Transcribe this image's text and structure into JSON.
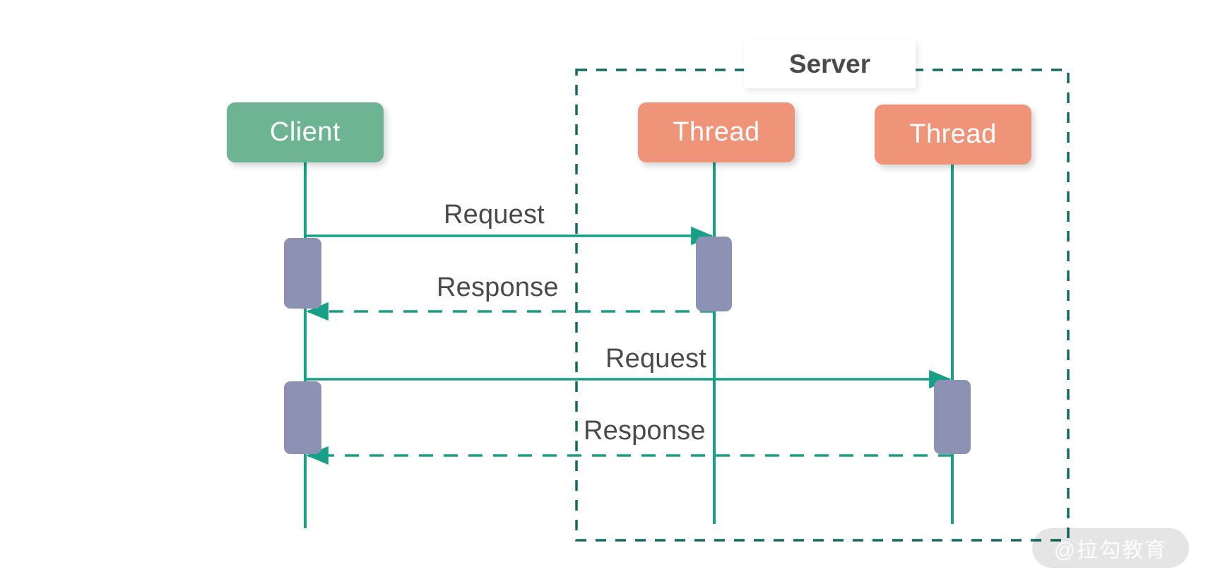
{
  "diagram": {
    "type": "sequence-diagram",
    "background_color": "#ffffff",
    "group": {
      "label": "Server",
      "border_color": "#116b63",
      "border_style": "dashed",
      "label_background": "#ffffff",
      "label_color": "#4a4a4a"
    },
    "participants": [
      {
        "id": "client",
        "label": "Client",
        "color": "#6db493",
        "text_color": "#ffffff"
      },
      {
        "id": "thread1",
        "label": "Thread",
        "color": "#ef9479",
        "text_color": "#ffffff"
      },
      {
        "id": "thread2",
        "label": "Thread",
        "color": "#ef9479",
        "text_color": "#ffffff"
      }
    ],
    "lifeline_color": "#16a085",
    "activation_color": "#8d92b4",
    "messages": [
      {
        "index": 1,
        "label": "Request",
        "from": "client",
        "to": "thread1",
        "style": "solid",
        "direction": "right"
      },
      {
        "index": 2,
        "label": "Response",
        "from": "thread1",
        "to": "client",
        "style": "dashed",
        "direction": "left"
      },
      {
        "index": 3,
        "label": "Request",
        "from": "client",
        "to": "thread2",
        "style": "solid",
        "direction": "right"
      },
      {
        "index": 4,
        "label": "Response",
        "from": "thread2",
        "to": "client",
        "style": "dashed",
        "direction": "left"
      }
    ]
  },
  "watermark": {
    "text": "@拉勾教育"
  }
}
